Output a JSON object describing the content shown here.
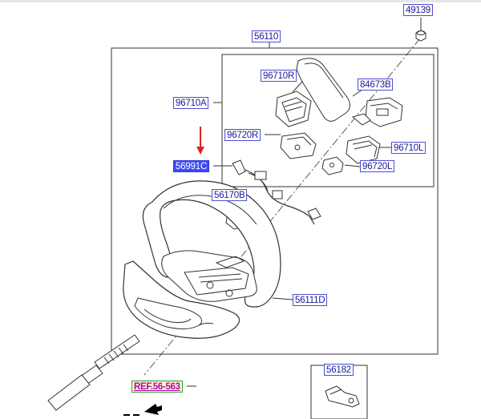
{
  "parts": {
    "p49139": "49139",
    "p56110": "56110",
    "p96710R": "96710R",
    "p84673B": "84673B",
    "p96710A": "96710A",
    "p96720R": "96720R",
    "p96710L": "96710L",
    "p56991C": "56991C",
    "p96720L": "96720L",
    "p56170B": "56170B",
    "p56111D": "56111D",
    "p56182": "56182"
  },
  "reference": {
    "label": "REF.56-563"
  },
  "selected_part": "56991C",
  "colors": {
    "label_text": "#1a1a9a",
    "label_border": "#4f4fd0",
    "selected_bg": "#3f4cf3",
    "ref_text": "#b400b4",
    "arrow": "#e02020",
    "line": "#333333"
  },
  "icons": {
    "pointer": "red-down-arrow",
    "front": "front-direction-arrow"
  }
}
